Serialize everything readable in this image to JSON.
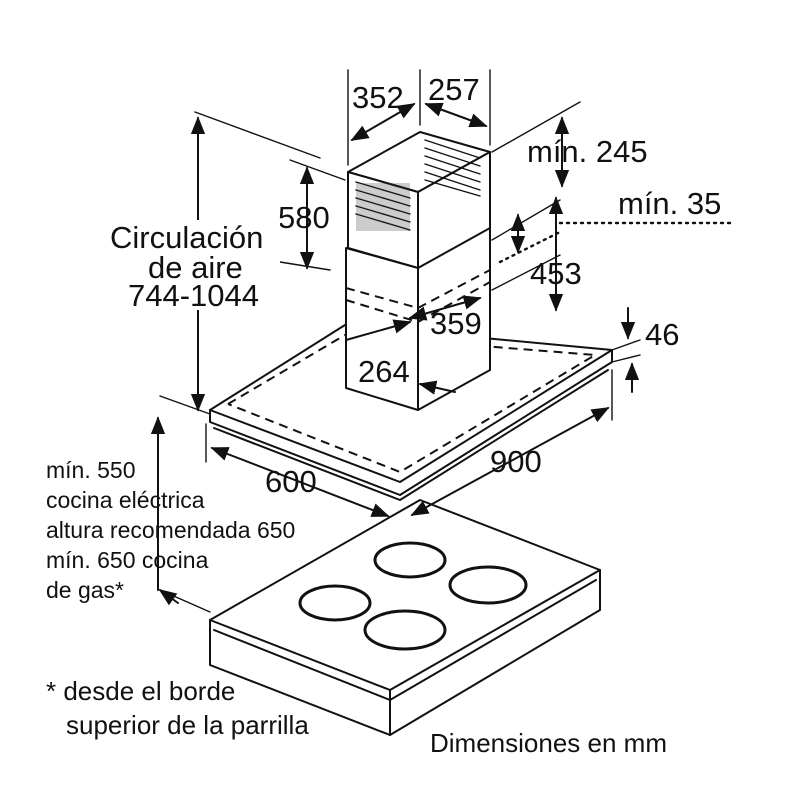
{
  "diagram": {
    "dimensions": {
      "chimney_depth": "352",
      "chimney_width": "257",
      "clearance_top": "mín. 245",
      "clearance_side": "mín. 35",
      "upper_chimney_height": "580",
      "lower_chimney_height": "453",
      "canopy_depth_top": "359",
      "canopy_width_top": "264",
      "canopy_thickness": "46",
      "hood_width": "900",
      "hood_depth": "600"
    },
    "air_label": {
      "line1": "Circulación",
      "line2": "de aire",
      "line3": "744-1044"
    },
    "cooktop_note": {
      "line1": "mín. 550",
      "line2": "cocina eléctrica",
      "line3": "altura recomendada 650",
      "line4": "mín. 650 cocina",
      "line5": "de gas*"
    },
    "footnote": {
      "line1": "* desde el borde",
      "line2": "superior de la parrilla"
    },
    "units_label": "Dimensiones en mm"
  }
}
